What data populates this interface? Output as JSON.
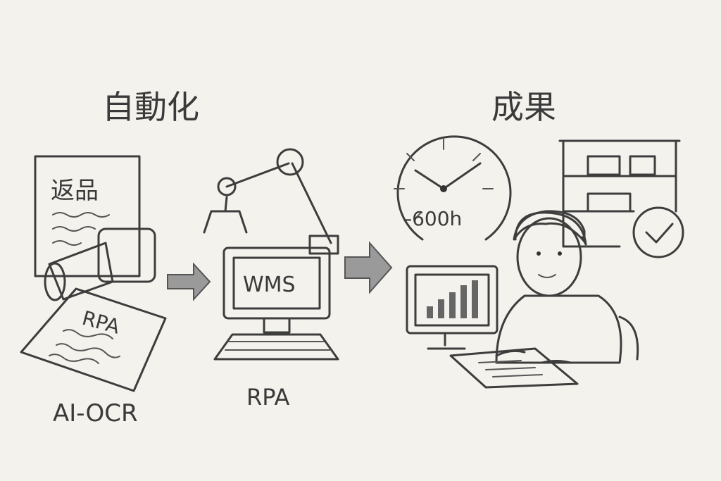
{
  "left_section": {
    "heading": "自動化",
    "document_title": "返品",
    "scanned_paper_label": "RPA",
    "ocr_label": "AI-OCR",
    "monitor_text": "WMS",
    "rpa_label": "RPA"
  },
  "right_section": {
    "heading": "成果",
    "time_saved": "-600h"
  },
  "colors": {
    "background": "#f4f2ed",
    "pencil": "#3d3d3d",
    "shade": "#8a8a8a"
  }
}
